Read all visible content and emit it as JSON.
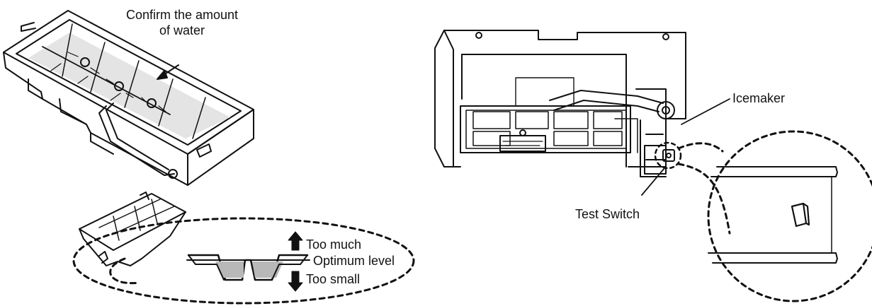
{
  "labels": {
    "confirm_line1": "Confirm the amount",
    "confirm_line2": "of water",
    "too_much": "Too much",
    "optimum_level": "Optimum level",
    "too_small": "Too small",
    "icemaker": "Icemaker",
    "test_switch": "Test Switch"
  },
  "colors": {
    "line": "#111111",
    "water": "#b8b8b8",
    "background": "#ffffff"
  },
  "icons": {
    "up_arrow": "up-arrow-icon",
    "down_arrow": "down-arrow-icon"
  }
}
